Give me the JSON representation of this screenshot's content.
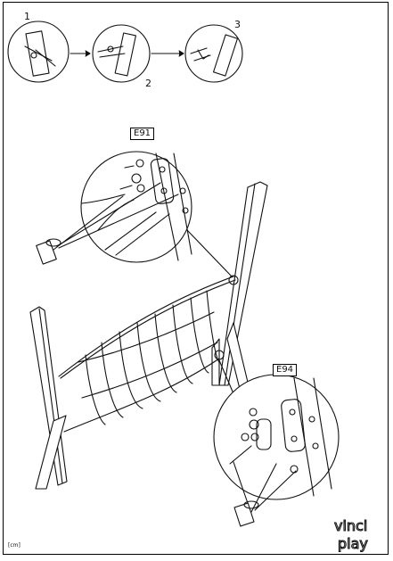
{
  "steps": [
    {
      "number": "1"
    },
    {
      "number": "2"
    },
    {
      "number": "3"
    }
  ],
  "details": [
    {
      "label": "E91"
    },
    {
      "label": "E94"
    }
  ],
  "unit_note": "[cm]",
  "brand": {
    "line1": "vinci",
    "line2": "play"
  }
}
